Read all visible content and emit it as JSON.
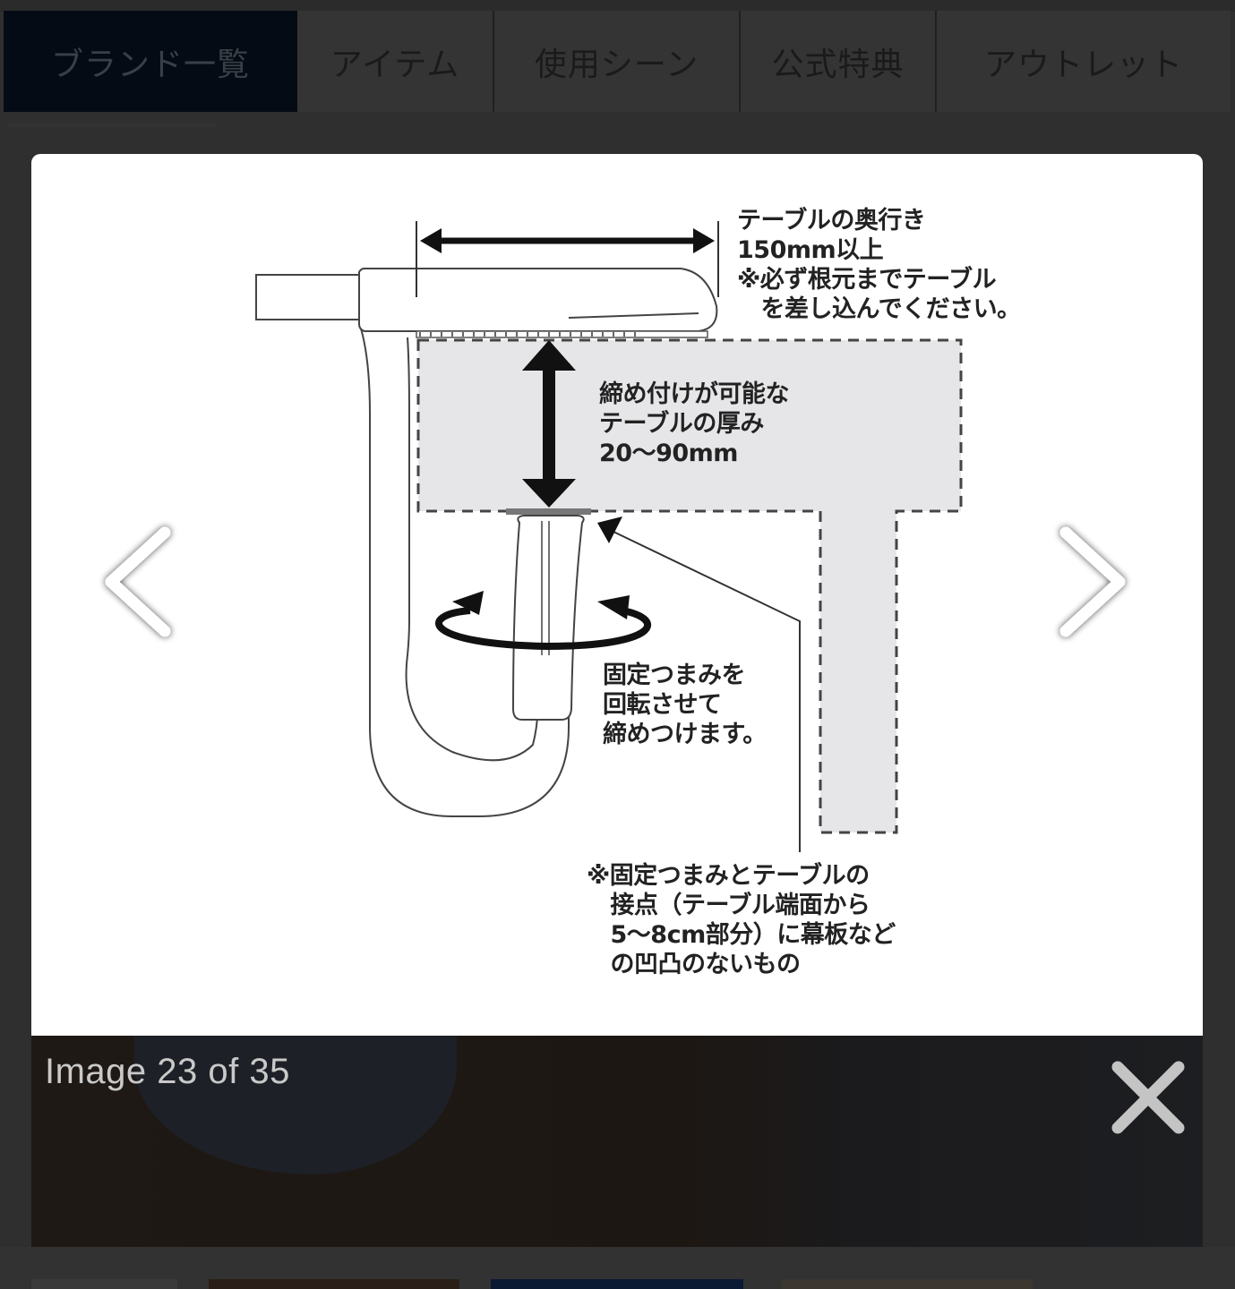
{
  "nav": {
    "items": [
      {
        "label": "ブランド一覧",
        "active": true
      },
      {
        "label": "アイテム",
        "active": false
      },
      {
        "label": "使用シーン",
        "active": false
      },
      {
        "label": "公式特典",
        "active": false
      },
      {
        "label": "アウトレット",
        "active": false
      }
    ]
  },
  "lightbox": {
    "diagram": {
      "depth_label": "テーブルの奥行き\n150mm以上\n※必ず根元までテーブル\n　を差し込んでください。",
      "thickness_label": "締め付けが可能な\nテーブルの厚み\n20〜90mm",
      "knob_label": "固定つまみを\n回転させて\n締めつけます。",
      "contact_label": "※固定つまみとテーブルの\n　接点（テーブル端面から\n　5〜8cm部分）に幕板など\n　の凹凸のないもの"
    },
    "caption": "Image 23 of 35",
    "prev_icon": "chevron-left-icon",
    "next_icon": "chevron-right-icon",
    "close_icon": "close-icon"
  },
  "colors": {
    "overlay_bg": "#2f2f2f",
    "nav_active_bg": "#050b14",
    "table_fill": "#e6e6e8",
    "caption_text": "#c9c9c9"
  }
}
